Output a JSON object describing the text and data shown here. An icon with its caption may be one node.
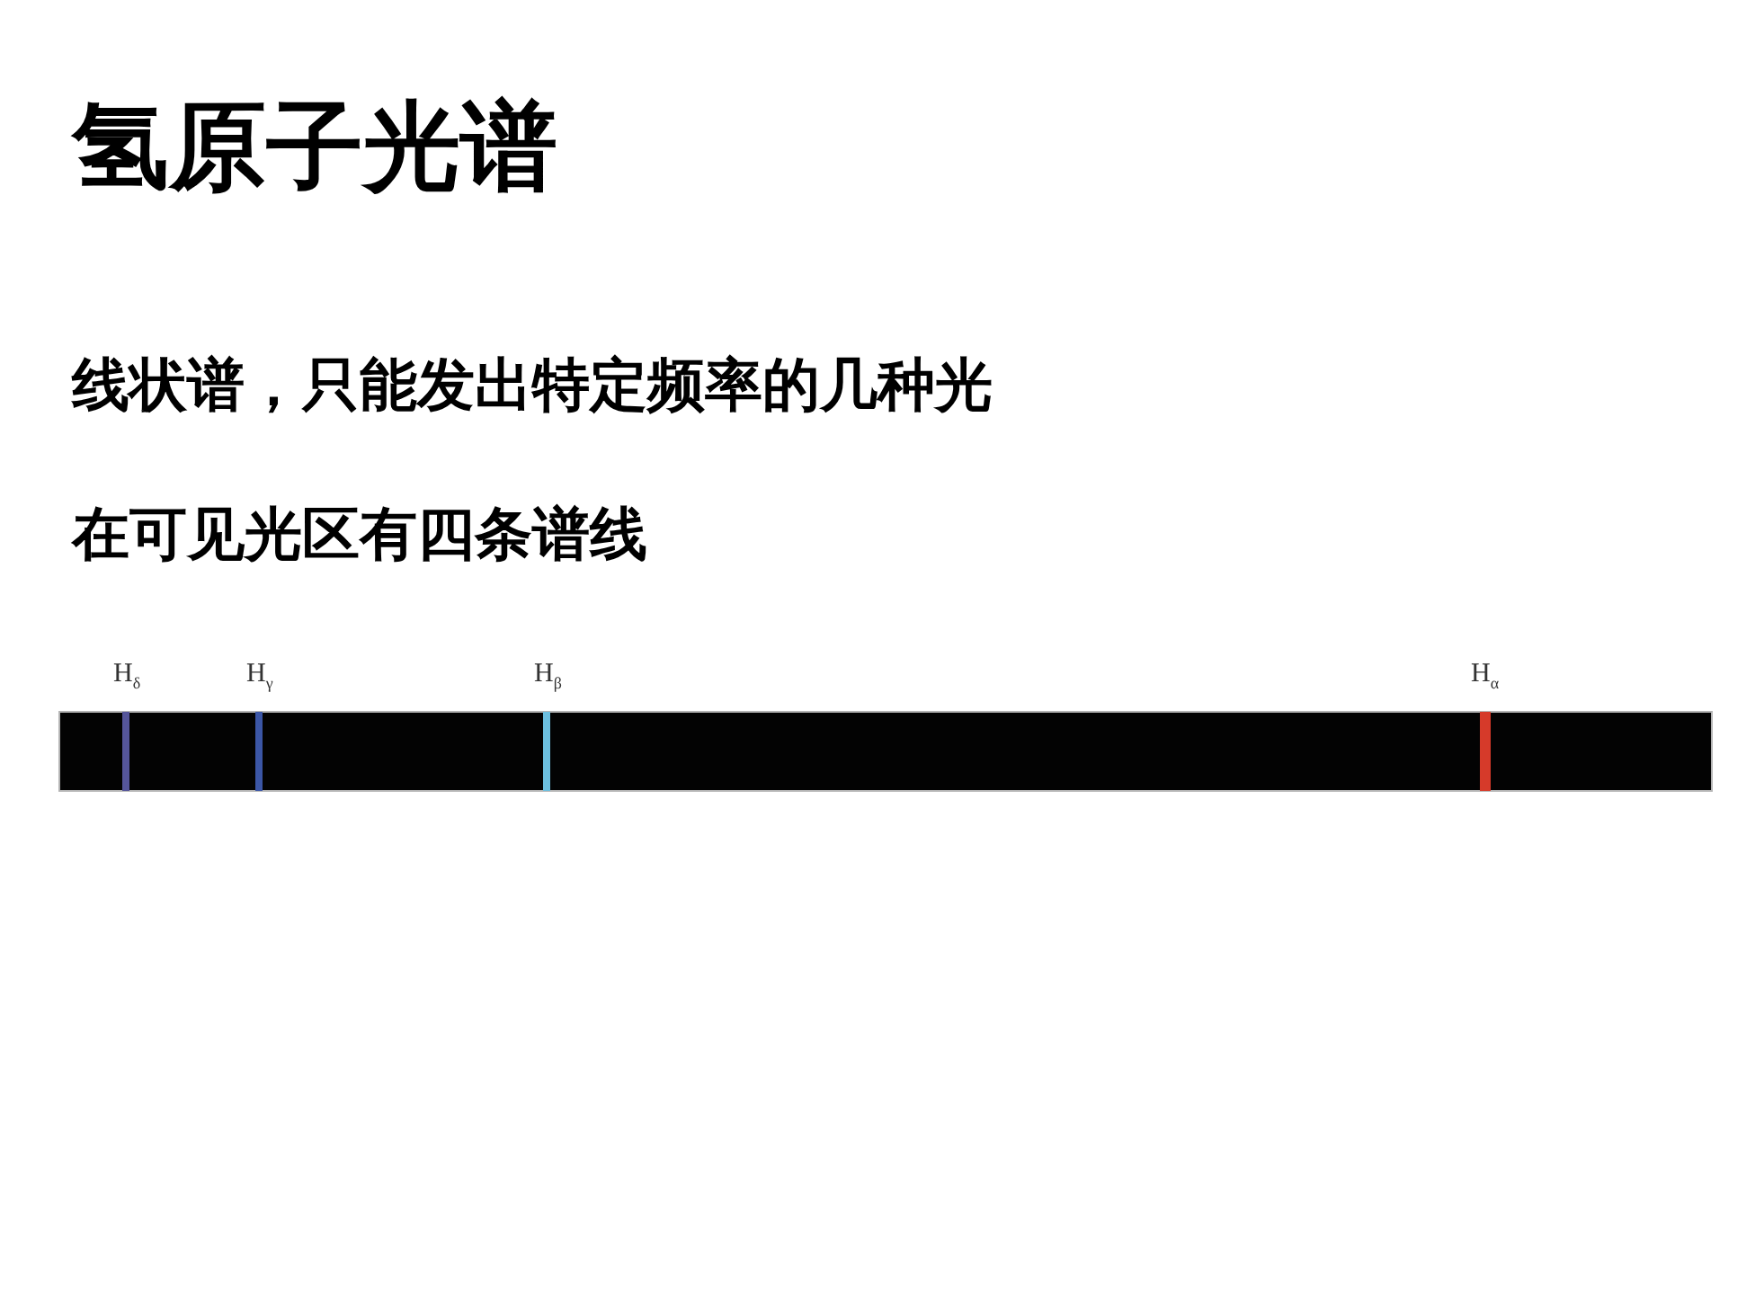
{
  "diagram": {
    "title": "氢原子光谱",
    "labels": [
      "线状谱，只能发出特定频率的几种光",
      "在可见光区有四条谱线",
      "H$_{δ}$",
      "H$_{γ}$",
      "H$_{β}$",
      "H$_{α}$"
    ]
  }
}
